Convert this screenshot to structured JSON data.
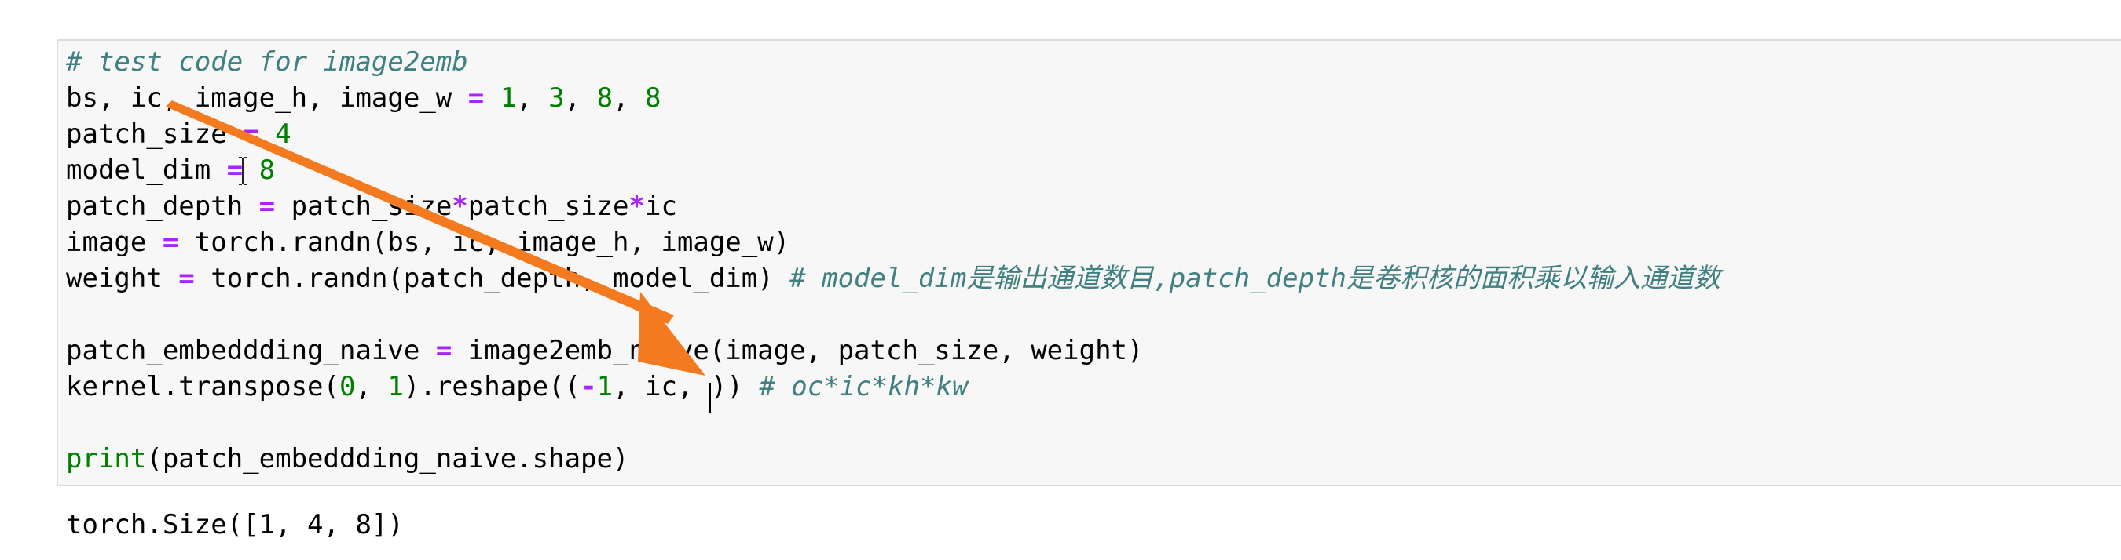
{
  "notebook": {
    "code_cell": {
      "lines": [
        [
          {
            "t": "# test code for image2emb",
            "c": "cm"
          }
        ],
        [
          {
            "t": "bs, ic, image_h, image_w ",
            "c": ""
          },
          {
            "t": "=",
            "c": "op"
          },
          {
            "t": " ",
            "c": ""
          },
          {
            "t": "1",
            "c": "num"
          },
          {
            "t": ", ",
            "c": ""
          },
          {
            "t": "3",
            "c": "num"
          },
          {
            "t": ", ",
            "c": ""
          },
          {
            "t": "8",
            "c": "num"
          },
          {
            "t": ", ",
            "c": ""
          },
          {
            "t": "8",
            "c": "num"
          }
        ],
        [
          {
            "t": "patch_size ",
            "c": ""
          },
          {
            "t": "=",
            "c": "op"
          },
          {
            "t": " ",
            "c": ""
          },
          {
            "t": "4",
            "c": "num"
          }
        ],
        [
          {
            "t": "model_dim ",
            "c": ""
          },
          {
            "t": "=",
            "c": "op"
          },
          {
            "t": " ",
            "c": ""
          },
          {
            "t": "8",
            "c": "num"
          }
        ],
        [
          {
            "t": "patch_depth ",
            "c": ""
          },
          {
            "t": "=",
            "c": "op"
          },
          {
            "t": " patch_size",
            "c": ""
          },
          {
            "t": "*",
            "c": "op"
          },
          {
            "t": "patch_size",
            "c": ""
          },
          {
            "t": "*",
            "c": "op"
          },
          {
            "t": "ic",
            "c": ""
          }
        ],
        [
          {
            "t": "image ",
            "c": ""
          },
          {
            "t": "=",
            "c": "op"
          },
          {
            "t": " torch.randn(bs, ic, image_h, image_w)",
            "c": ""
          }
        ],
        [
          {
            "t": "weight ",
            "c": ""
          },
          {
            "t": "=",
            "c": "op"
          },
          {
            "t": " torch.randn(patch_depth, model_dim) ",
            "c": ""
          },
          {
            "t": "# model_dim是输出通道数目,patch_depth是卷积核的面积乘以输入通道数",
            "c": "cm"
          }
        ],
        [],
        [
          {
            "t": "patch_embeddding_naive ",
            "c": ""
          },
          {
            "t": "=",
            "c": "op"
          },
          {
            "t": " image2emb_naive(image, patch_size, weight)",
            "c": ""
          }
        ],
        [
          {
            "t": "kernel.transpose(",
            "c": ""
          },
          {
            "t": "0",
            "c": "num"
          },
          {
            "t": ", ",
            "c": ""
          },
          {
            "t": "1",
            "c": "num"
          },
          {
            "t": ").reshape((",
            "c": ""
          },
          {
            "t": "-",
            "c": "op"
          },
          {
            "t": "1",
            "c": "num"
          },
          {
            "t": ", ic, ",
            "c": ""
          },
          {
            "t": "|",
            "c": "caret"
          },
          {
            "t": ")) ",
            "c": ""
          },
          {
            "t": "# oc*ic*kh*kw",
            "c": "cm"
          }
        ],
        [],
        [
          {
            "t": "print",
            "c": "bi"
          },
          {
            "t": "(patch_embeddding_naive.shape)",
            "c": ""
          }
        ]
      ]
    },
    "output_cell": {
      "text": "torch.Size([1, 4, 8])"
    },
    "annotation": {
      "arrow_color": "#f47a1f",
      "icon": "arrow-annotation"
    }
  }
}
